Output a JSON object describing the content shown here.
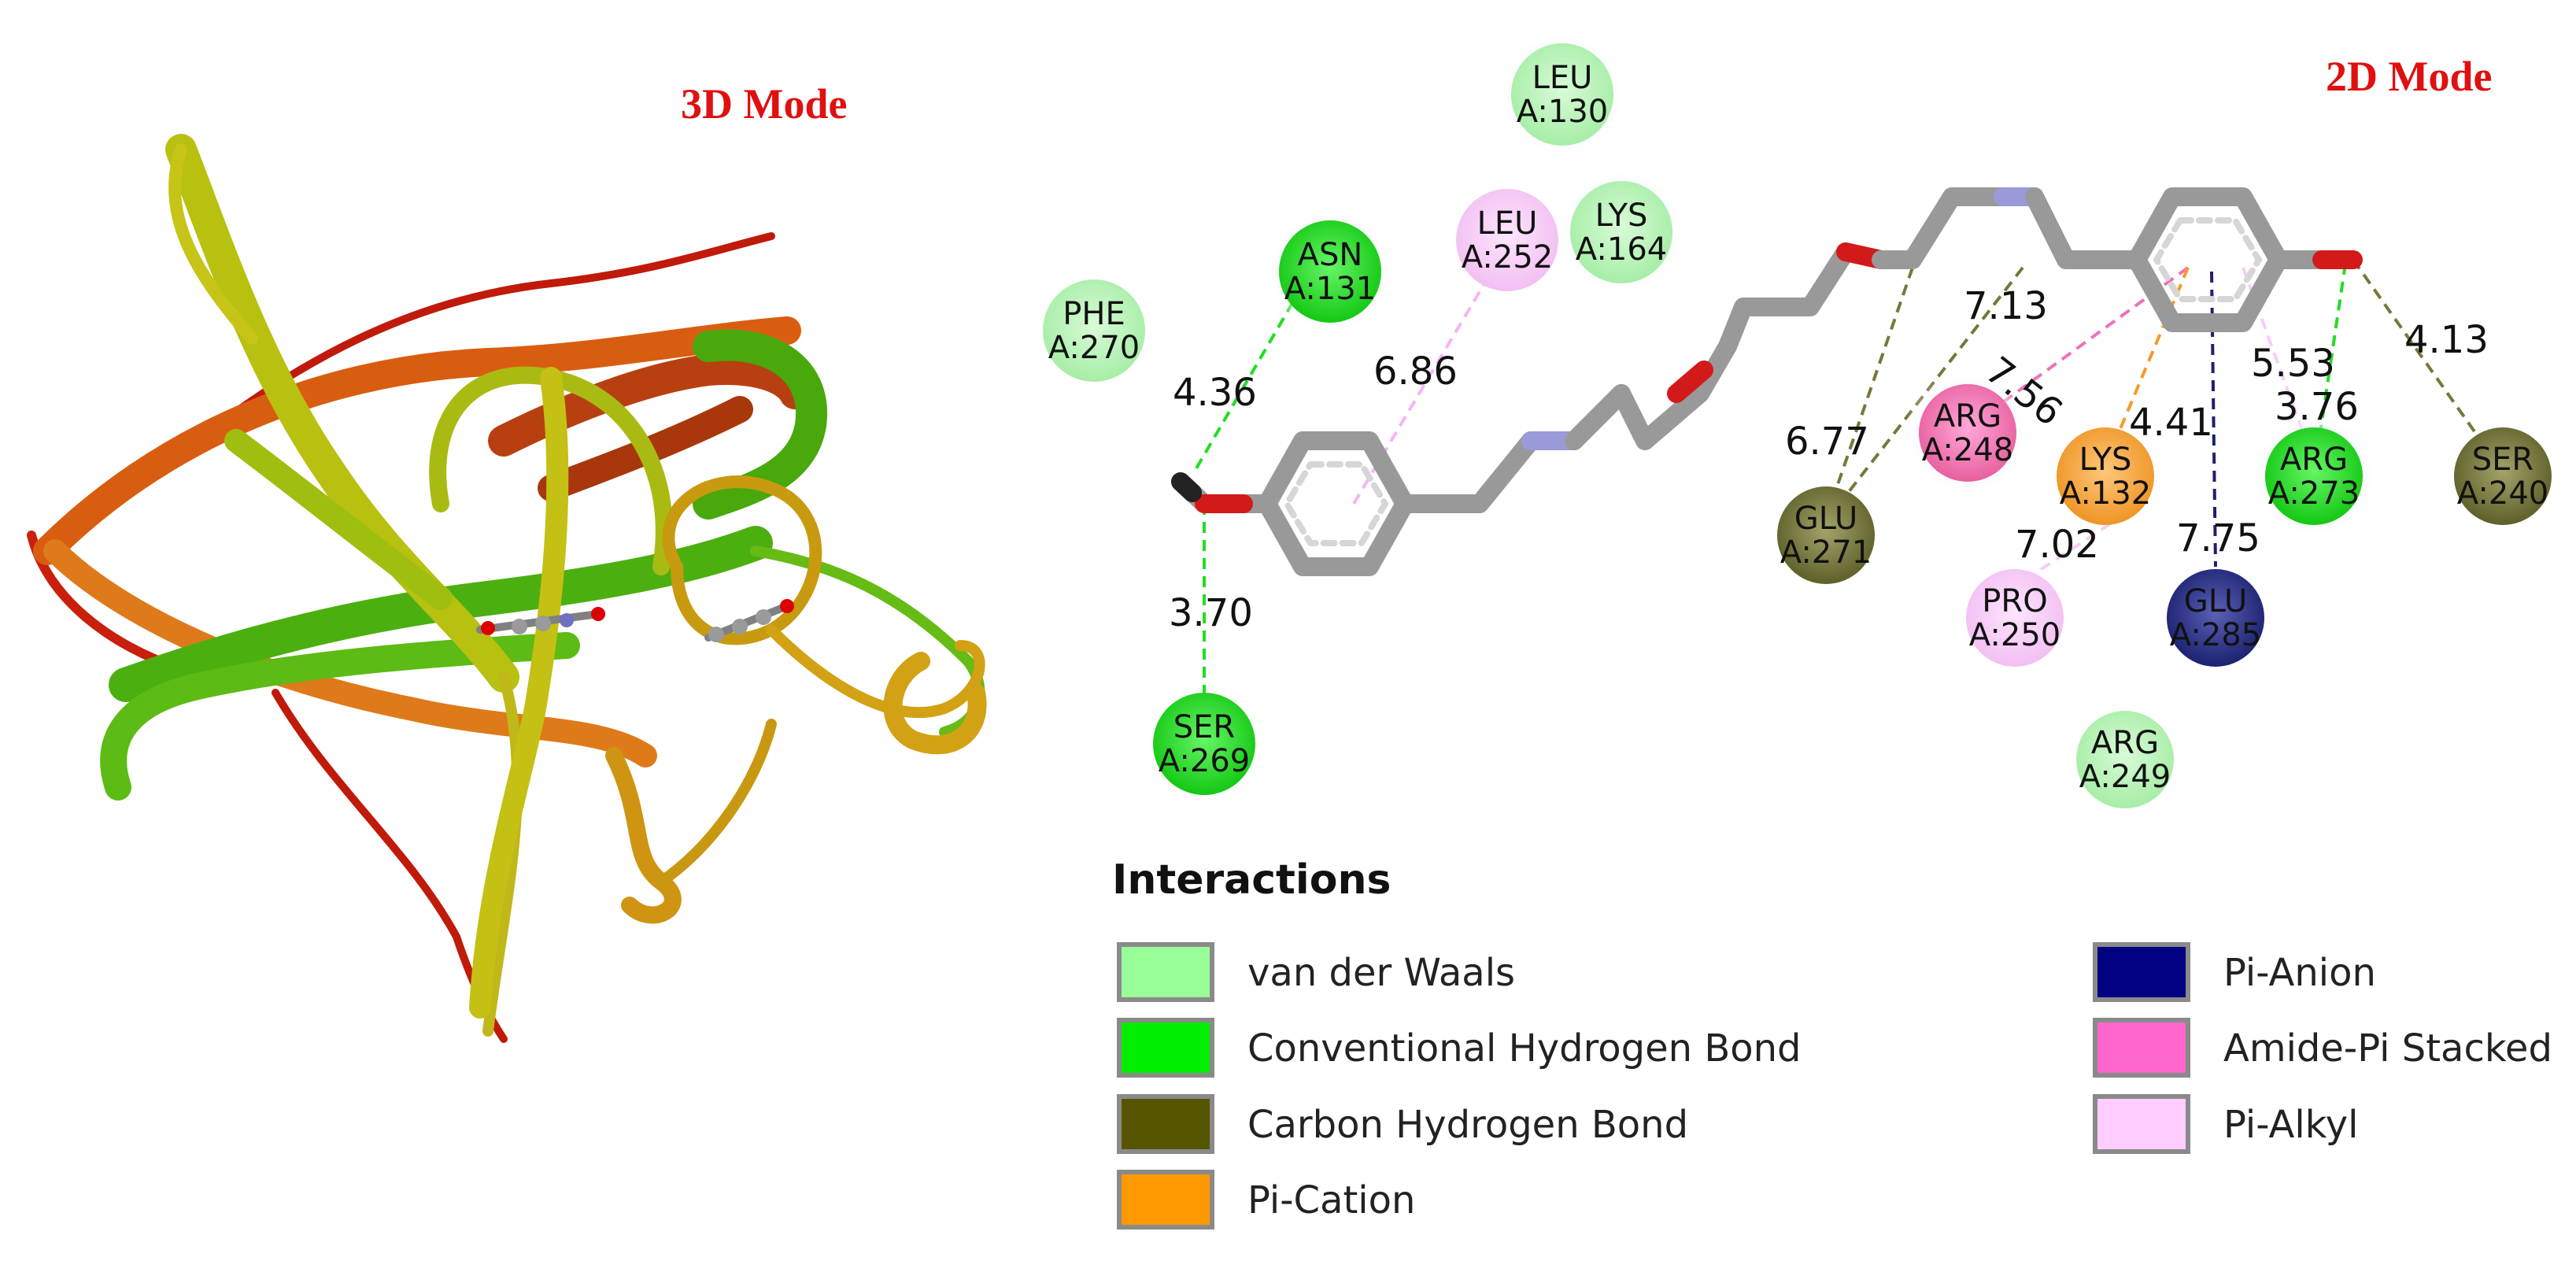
{
  "labels": {
    "mode3d": "3D Mode",
    "mode2d": "2D Mode"
  },
  "residues": [
    {
      "name": "LEU",
      "id": "A:130",
      "type": "vdw"
    },
    {
      "name": "ASN",
      "id": "A:131",
      "type": "hbond"
    },
    {
      "name": "LEU",
      "id": "A:252",
      "type": "pialkyl"
    },
    {
      "name": "LYS",
      "id": "A:164",
      "type": "vdw"
    },
    {
      "name": "PHE",
      "id": "A:270",
      "type": "vdw"
    },
    {
      "name": "SER",
      "id": "A:269",
      "type": "hbond"
    },
    {
      "name": "ARG",
      "id": "A:248",
      "type": "amidepi"
    },
    {
      "name": "GLU",
      "id": "A:271",
      "type": "chbond"
    },
    {
      "name": "LYS",
      "id": "A:132",
      "type": "pication"
    },
    {
      "name": "ARG",
      "id": "A:273",
      "type": "hbond"
    },
    {
      "name": "SER",
      "id": "A:240",
      "type": "chbond"
    },
    {
      "name": "GLU",
      "id": "A:285",
      "type": "pianion"
    },
    {
      "name": "PRO",
      "id": "A:250",
      "type": "pialkyl"
    },
    {
      "name": "ARG",
      "id": "A:249",
      "type": "vdw"
    }
  ],
  "distances": [
    "4.36",
    "6.86",
    "3.70",
    "7.13",
    "7.56",
    "6.77",
    "4.41",
    "5.53",
    "3.76",
    "4.13",
    "7.02",
    "7.75"
  ],
  "legend": {
    "title": "Interactions",
    "items": [
      {
        "label": "van der Waals",
        "color": "#99ff99"
      },
      {
        "label": "Conventional Hydrogen Bond",
        "color": "#00ee00"
      },
      {
        "label": "Carbon Hydrogen Bond",
        "color": "#555500"
      },
      {
        "label": "Pi-Cation",
        "color": "#ff9900"
      },
      {
        "label": "Pi-Anion",
        "color": "#000080"
      },
      {
        "label": "Amide-Pi Stacked",
        "color": "#ff66cc"
      },
      {
        "label": "Pi-Alkyl",
        "color": "#ffccff"
      }
    ]
  },
  "colors": {
    "vdw": "#b8f5b8",
    "hbond": "#22dd22",
    "chbond": "#77773a",
    "pication": "#f5a640",
    "pianion": "#2a2f85",
    "amidepi": "#f07ab8",
    "pialkyl": "#f7ccf7",
    "label_red": "#e01010"
  }
}
